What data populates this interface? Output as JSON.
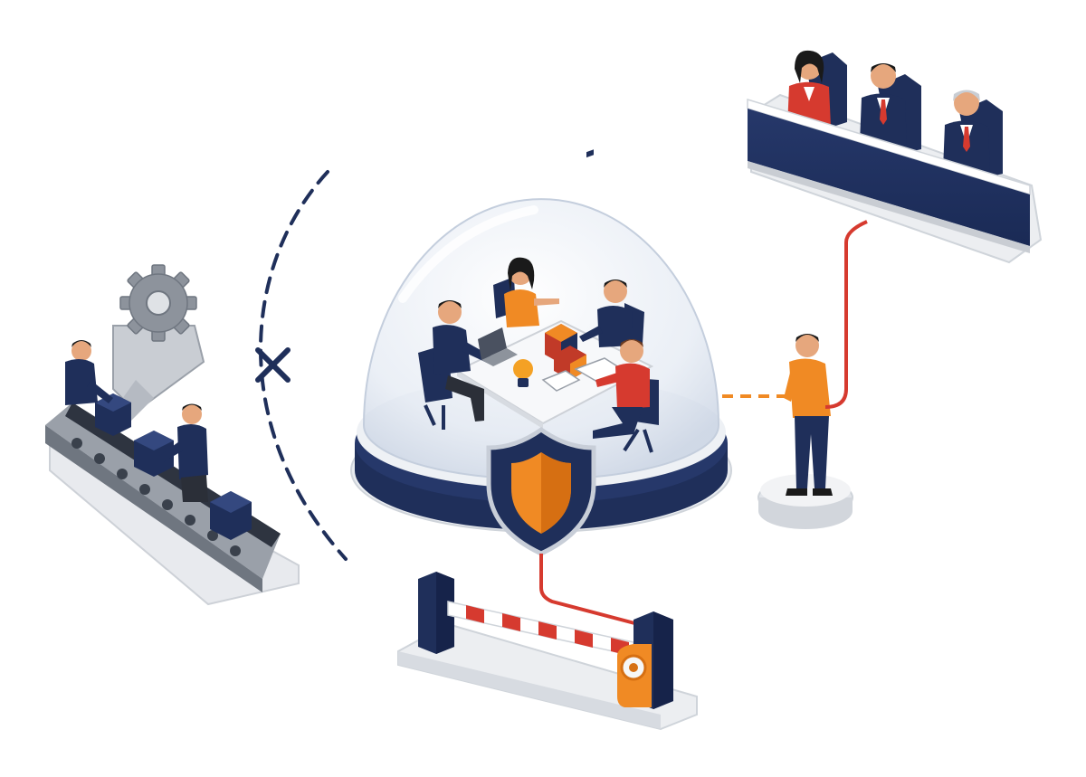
{
  "scene": {
    "kind": "isometric-illustration",
    "text_labels": [],
    "palette": {
      "navy": "#1f2f5a",
      "navy_dark": "#16234a",
      "orange": "#f08a24",
      "red": "#d63a2f",
      "grey": "#c9cdd3",
      "grey_dark": "#8d939c",
      "platform": "#eef0f3",
      "dome_glass": "#e6ecf4"
    },
    "elements": {
      "dome": {
        "description_icon": "glass-dome-icon",
        "people_inside": 4
      },
      "shield": {
        "icon": "shield-icon"
      },
      "conveyor": {
        "icon": "conveyor-belt-icon",
        "workers": 2,
        "boxes": 3
      },
      "gear": {
        "icon": "gear-icon"
      },
      "blocked_marker": {
        "icon": "x-mark-icon"
      },
      "barrier_gate": {
        "icon": "barrier-gate-icon"
      },
      "panel": {
        "icon": "panel-bench-icon",
        "people": 3
      },
      "observer": {
        "icon": "person-standing-icon"
      }
    }
  }
}
